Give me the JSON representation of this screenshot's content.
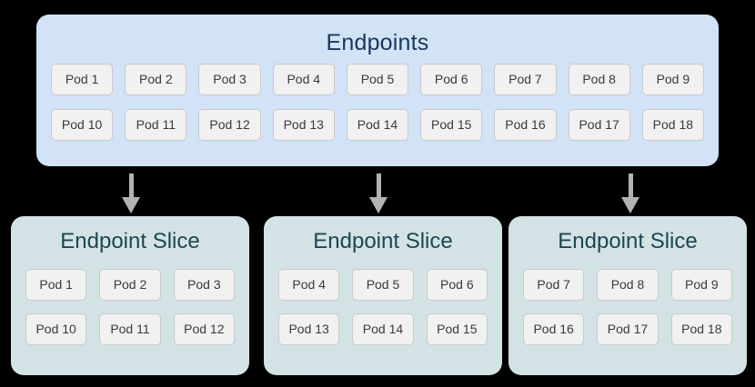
{
  "diagram": {
    "colors": {
      "background": "#000000",
      "endpoints_panel_bg": "#d2e3f7",
      "endpoints_title_color": "#1a365d",
      "slice_panel_bg": "#d3e3e5",
      "slice_title_color": "#1d4750",
      "chip_bg": "#f1f1f1",
      "chip_border": "#c9c9c9",
      "chip_text": "#3a3a3a",
      "arrow_color": "#b3b3b3"
    },
    "endpoints": {
      "title": "Endpoints",
      "rows": [
        [
          "Pod 1",
          "Pod 2",
          "Pod 3",
          "Pod 4",
          "Pod 5",
          "Pod 6",
          "Pod 7",
          "Pod 8",
          "Pod 9"
        ],
        [
          "Pod 10",
          "Pod 11",
          "Pod 12",
          "Pod 13",
          "Pod 14",
          "Pod 15",
          "Pod 16",
          "Pod 17",
          "Pod 18"
        ]
      ]
    },
    "arrows": [
      {
        "name": "arrow-to-slice-1"
      },
      {
        "name": "arrow-to-slice-2"
      },
      {
        "name": "arrow-to-slice-3"
      }
    ],
    "slices": [
      {
        "title": "Endpoint Slice",
        "rows": [
          [
            "Pod 1",
            "Pod 2",
            "Pod 3"
          ],
          [
            "Pod 10",
            "Pod 11",
            "Pod 12"
          ]
        ]
      },
      {
        "title": "Endpoint Slice",
        "rows": [
          [
            "Pod 4",
            "Pod 5",
            "Pod 6"
          ],
          [
            "Pod 13",
            "Pod 14",
            "Pod 15"
          ]
        ]
      },
      {
        "title": "Endpoint Slice",
        "rows": [
          [
            "Pod 7",
            "Pod 8",
            "Pod 9"
          ],
          [
            "Pod 16",
            "Pod 17",
            "Pod 18"
          ]
        ]
      }
    ]
  }
}
